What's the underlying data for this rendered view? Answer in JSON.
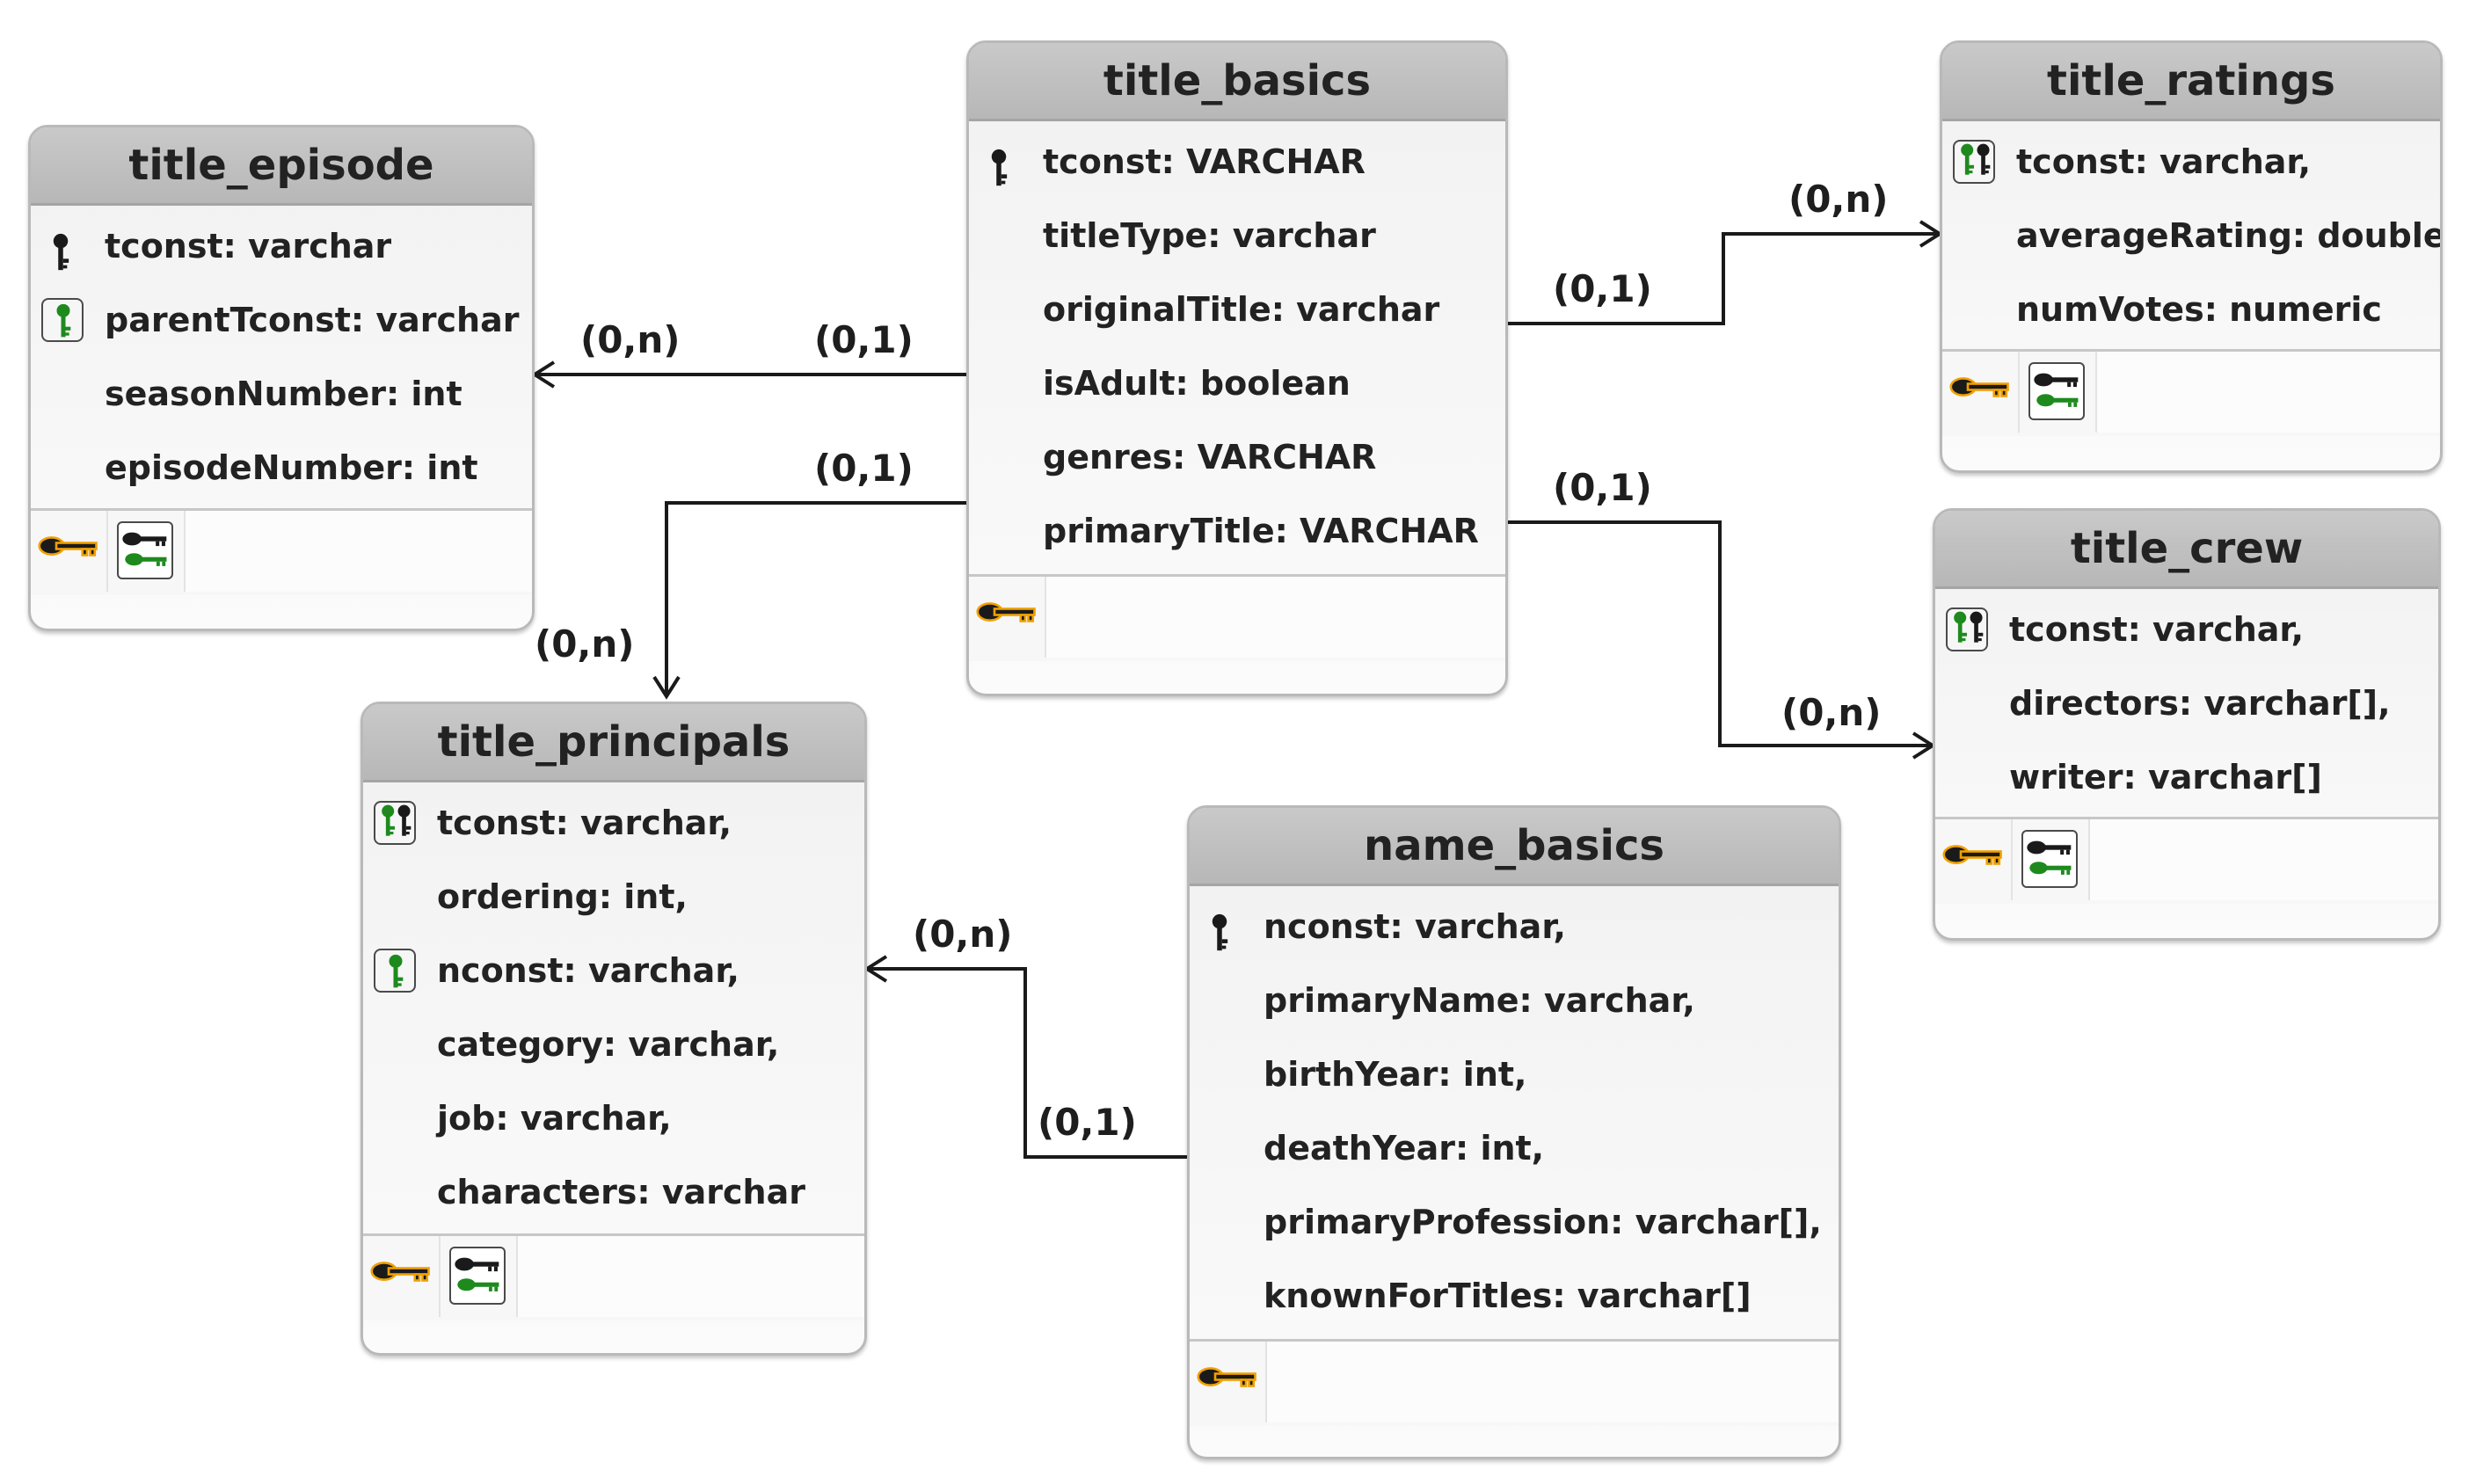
{
  "entities": {
    "title_basics": {
      "name": "title_basics",
      "fields": [
        {
          "text": "tconst: VARCHAR",
          "icon": "primary-key-icon"
        },
        {
          "text": "titleType: varchar",
          "icon": ""
        },
        {
          "text": "originalTitle: varchar",
          "icon": ""
        },
        {
          "text": "isAdult: boolean",
          "icon": ""
        },
        {
          "text": "genres: VARCHAR",
          "icon": ""
        },
        {
          "text": "primaryTitle: VARCHAR",
          "icon": ""
        }
      ]
    },
    "title_episode": {
      "name": "title_episode",
      "fields": [
        {
          "text": "tconst: varchar",
          "icon": "primary-key-icon"
        },
        {
          "text": "parentTconst: varchar",
          "icon": "foreign-key-icon"
        },
        {
          "text": "seasonNumber: int",
          "icon": ""
        },
        {
          "text": "episodeNumber: int",
          "icon": ""
        }
      ]
    },
    "title_ratings": {
      "name": "title_ratings",
      "fields": [
        {
          "text": "tconst: varchar,",
          "icon": "primary-foreign-key-icon"
        },
        {
          "text": "averageRating: double",
          "icon": ""
        },
        {
          "text": "numVotes: numeric",
          "icon": ""
        }
      ]
    },
    "title_crew": {
      "name": "title_crew",
      "fields": [
        {
          "text": "tconst: varchar,",
          "icon": "primary-foreign-key-icon"
        },
        {
          "text": "directors: varchar[],",
          "icon": ""
        },
        {
          "text": "writer: varchar[]",
          "icon": ""
        }
      ]
    },
    "title_principals": {
      "name": "title_principals",
      "fields": [
        {
          "text": "tconst: varchar,",
          "icon": "primary-foreign-key-icon"
        },
        {
          "text": "ordering: int,",
          "icon": ""
        },
        {
          "text": "nconst: varchar,",
          "icon": "foreign-key-icon"
        },
        {
          "text": "category: varchar,",
          "icon": ""
        },
        {
          "text": "job: varchar,",
          "icon": ""
        },
        {
          "text": "characters: varchar",
          "icon": ""
        }
      ]
    },
    "name_basics": {
      "name": "name_basics",
      "fields": [
        {
          "text": "nconst: varchar,",
          "icon": "primary-key-icon"
        },
        {
          "text": "primaryName: varchar,",
          "icon": ""
        },
        {
          "text": "birthYear: int,",
          "icon": ""
        },
        {
          "text": "deathYear: int,",
          "icon": ""
        },
        {
          "text": "primaryProfession: varchar[],",
          "icon": ""
        },
        {
          "text": "knownForTitles: varchar[]",
          "icon": ""
        }
      ]
    }
  },
  "relationships": [
    {
      "from": "title_basics",
      "to": "title_episode",
      "from_card": "(0,1)",
      "to_card": "(0,n)"
    },
    {
      "from": "title_basics",
      "to": "title_principals",
      "from_card": "(0,1)",
      "to_card": "(0,n)"
    },
    {
      "from": "title_basics",
      "to": "title_ratings",
      "from_card": "(0,1)",
      "to_card": "(0,n)"
    },
    {
      "from": "title_basics",
      "to": "title_crew",
      "from_card": "(0,1)",
      "to_card": "(0,n)"
    },
    {
      "from": "name_basics",
      "to": "title_principals",
      "from_card": "(0,1)",
      "to_card": "(0,n)"
    }
  ],
  "colors": {
    "primary_key": "#1a1a1a",
    "foreign_key": "#1e8a1e",
    "index_key": "#f0a000"
  }
}
